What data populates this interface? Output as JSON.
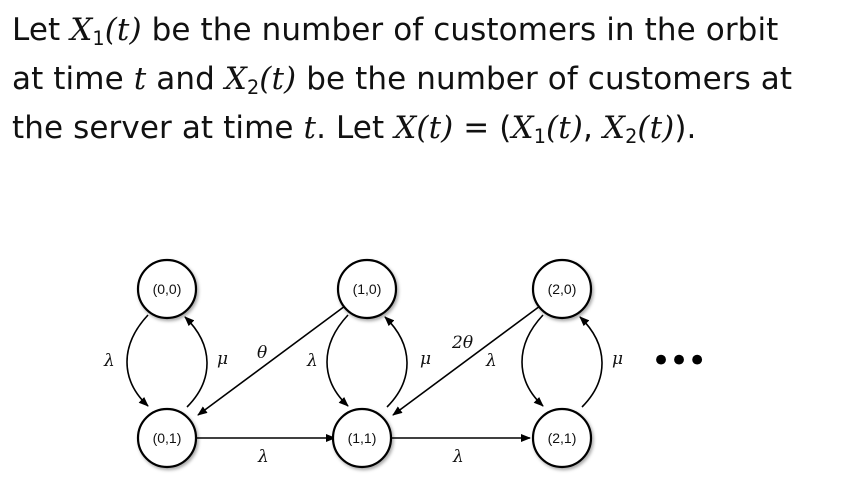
{
  "text": {
    "line1": {
      "pre": "Let ",
      "x1": "X",
      "x1_sub": "1",
      "x1_arg": "(t)",
      "post": " be the number of customers in the orbit"
    },
    "line2": {
      "pre": "at time ",
      "t": "t",
      "mid": " and ",
      "x2": "X",
      "x2_sub": "2",
      "x2_arg": "(t)",
      "post": " be the number of customers at"
    },
    "line3": {
      "pre": "the server at time ",
      "t": "t",
      "mid": ". Let ",
      "x": "X",
      "x_arg": "(t)",
      "eq": " = (",
      "a": "X",
      "a_sub": "1",
      "a_arg": "(t)",
      "comma": ", ",
      "b": "X",
      "b_sub": "2",
      "b_arg": "(t)",
      "end": ")."
    }
  },
  "diagram": {
    "nodes": [
      {
        "id": "n00",
        "label": "(0,0)"
      },
      {
        "id": "n01",
        "label": "(0,1)"
      },
      {
        "id": "n10",
        "label": "(1,0)"
      },
      {
        "id": "n11",
        "label": "(1,1)"
      },
      {
        "id": "n20",
        "label": "(2,0)"
      },
      {
        "id": "n21",
        "label": "(2,1)"
      }
    ],
    "labels": {
      "lambda": "λ",
      "mu": "μ",
      "theta": "θ",
      "two_theta": "2θ"
    },
    "ellipsis": "•••"
  }
}
